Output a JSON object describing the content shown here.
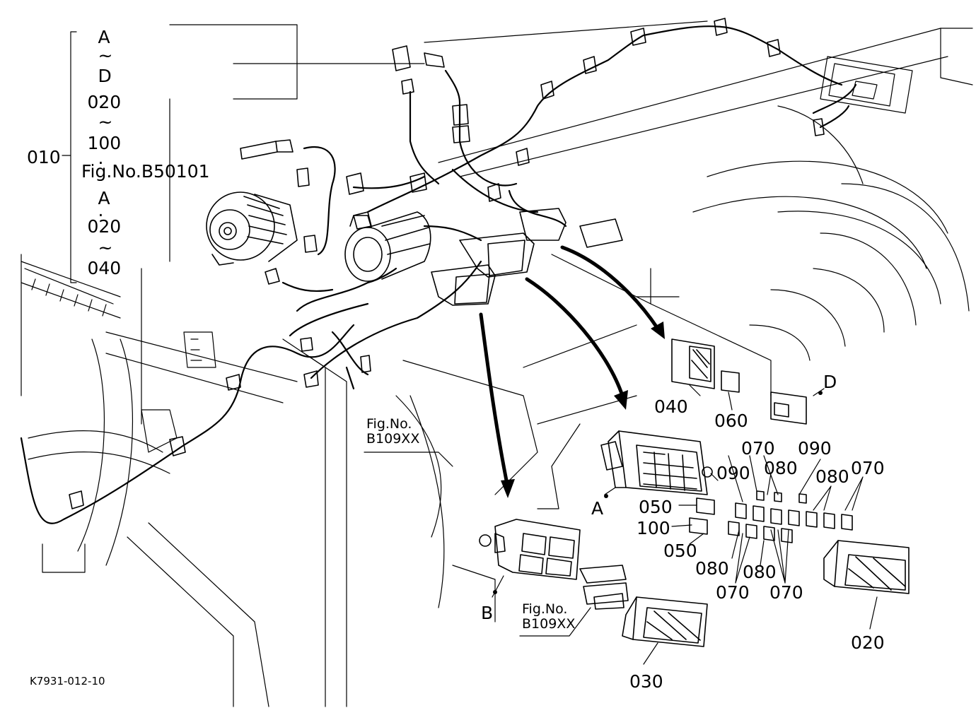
{
  "legend": {
    "callout": "010",
    "lines": [
      "A",
      "~",
      "D",
      "·",
      "020",
      "~",
      "100",
      "·",
      "Fig.No.B50101",
      "A",
      "·",
      "020",
      "~",
      "040"
    ]
  },
  "callouts": {
    "c020": "020",
    "c030": "030",
    "c040": "040",
    "c060": "060",
    "c050a": "050",
    "c050b": "050",
    "c100": "100",
    "c070a": "070",
    "c070b": "070",
    "c070c": "070",
    "c070d": "070",
    "c080a": "080",
    "c080b": "080",
    "c080c": "080",
    "c080d": "080",
    "c090a": "090",
    "c090b": "090"
  },
  "letters": {
    "A": "A",
    "B": "B",
    "D": "D"
  },
  "refs": {
    "ref1_line1": "Fig.No.",
    "ref1_line2": "B109XX",
    "ref2_line1": "Fig.No.",
    "ref2_line2": "B109XX"
  },
  "drawing_number": "K7931-012-10"
}
